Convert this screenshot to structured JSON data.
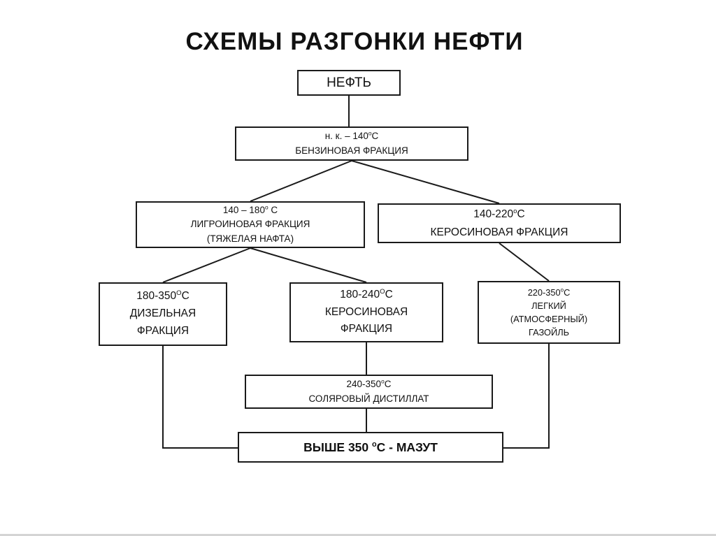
{
  "page": {
    "title": "СХЕМЫ РАЗГОНКИ НЕФТИ"
  },
  "boxes": {
    "neft": {
      "label": "НЕФТЬ"
    },
    "benzin": {
      "temp_pre": "н. к. – 140",
      "temp_sup": "о",
      "temp_post": "С",
      "line1": "БЕНЗИНОВАЯ ФРАКЦИЯ"
    },
    "ligroin": {
      "temp_pre": "140 – 180",
      "temp_sup": "о",
      "temp_post": " С",
      "line1": "ЛИГРОИНОВАЯ ФРАКЦИЯ",
      "line2": "(ТЯЖЕЛАЯ НАФТА)"
    },
    "kerosene_right": {
      "temp_pre": "140-220",
      "temp_sup": "о",
      "temp_post": "С",
      "line1": "КЕРОСИНОВАЯ ФРАКЦИЯ"
    },
    "diesel": {
      "temp_pre": "180-350",
      "temp_sup": "О",
      "temp_post": "С",
      "line1": "ДИЗЕЛЬНАЯ",
      "line2": "ФРАКЦИЯ"
    },
    "kerosene_mid": {
      "temp_pre": "180-240",
      "temp_sup": "О",
      "temp_post": "С",
      "line1": "КЕРОСИНОВАЯ",
      "line2": "ФРАКЦИЯ"
    },
    "gasoil": {
      "temp_pre": "220-350",
      "temp_sup": "о",
      "temp_post": "С",
      "line1": "ЛЕГКИЙ",
      "line2": "(АТМОСФЕРНЫЙ)",
      "line3": "ГАЗОЙЛЬ"
    },
    "solar": {
      "temp_pre": "240-350",
      "temp_sup": "о",
      "temp_post": "С",
      "line1": "СОЛЯРОВЫЙ ДИСТИЛЛАТ"
    },
    "mazut": {
      "pre": "ВЫШЕ 350 ",
      "sup": "о",
      "post": "С - МАЗУТ"
    }
  },
  "colors": {
    "line": "#1a1a1a",
    "box_border": "#1a1a1a",
    "text": "#111111",
    "background": "#ffffff"
  }
}
